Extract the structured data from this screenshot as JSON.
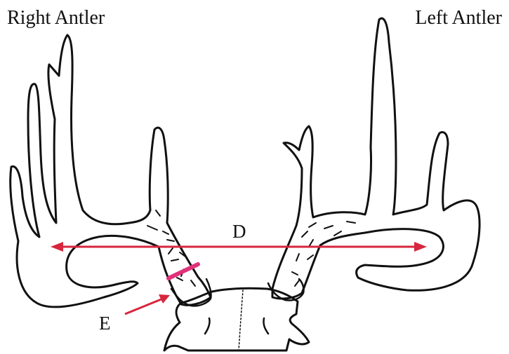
{
  "labels": {
    "right_antler": "Right Antler",
    "left_antler": "Left Antler",
    "d": "D",
    "e": "E"
  },
  "colors": {
    "measure_line": "#d7263d",
    "circumference_band": "#e0317a",
    "outline": "#111111"
  },
  "icons": {
    "arrow_head": "arrow-head-icon"
  }
}
